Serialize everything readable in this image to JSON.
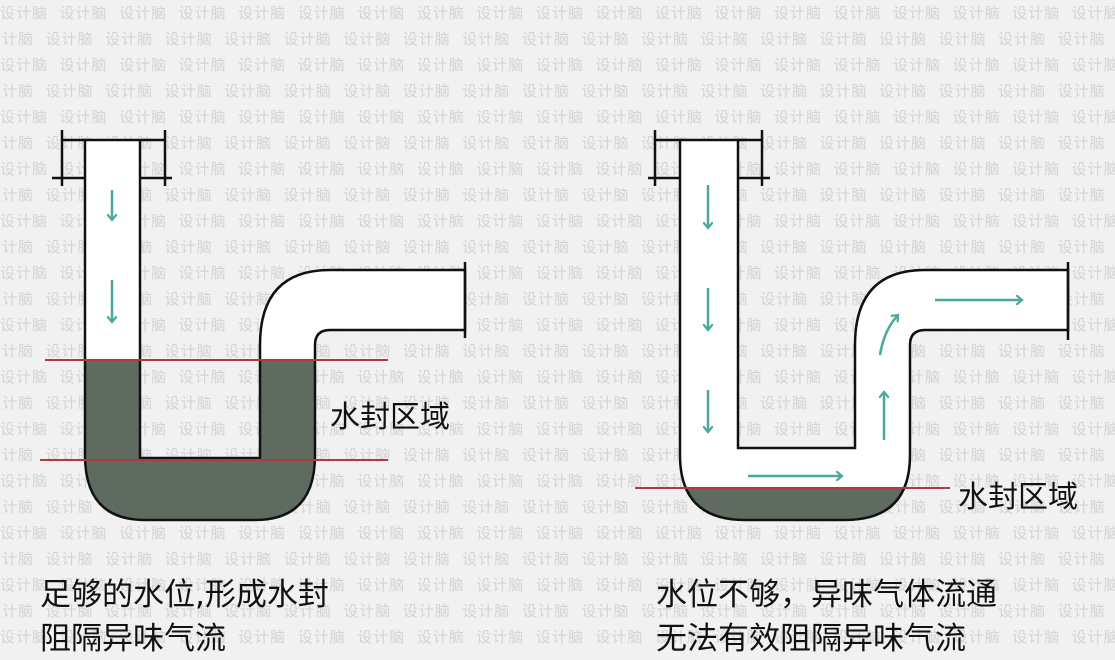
{
  "watermark": {
    "text": "设计脑",
    "color": "#d4d4d4"
  },
  "left_panel": {
    "zone_label": "水封区域",
    "caption_line1": "足够的水位,形成水封",
    "caption_line2": "阻隔异味气流"
  },
  "right_panel": {
    "zone_label": "水封区域",
    "caption_line1": "水位不够，异味气体流通",
    "caption_line2": "无法有效阻隔异味气流"
  },
  "colors": {
    "background": "#f1f1f1",
    "pipe_fill": "#ffffff",
    "outline": "#111111",
    "water": "#5f6b61",
    "water_line": "#b33a3a",
    "arrow": "#4aa89c"
  }
}
